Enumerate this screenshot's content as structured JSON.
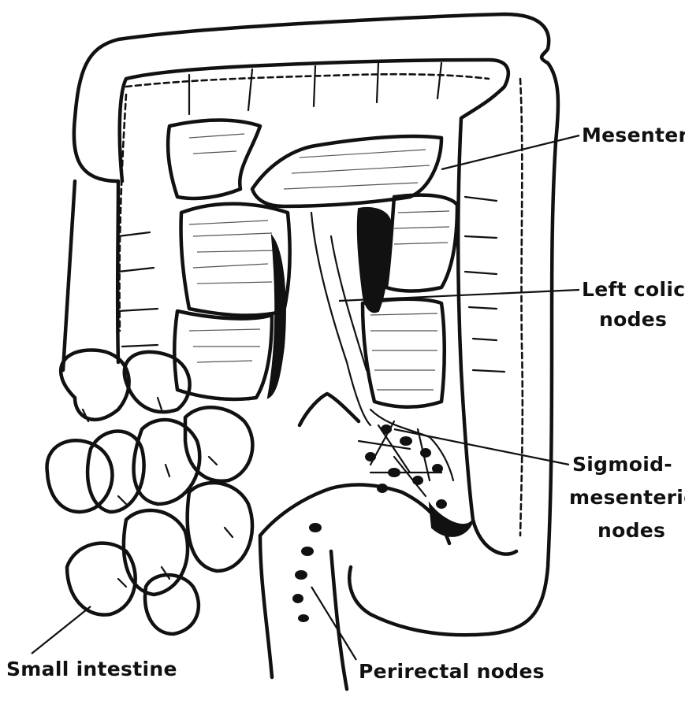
{
  "labels": {
    "mesentery": "Mesentery",
    "left_colic_line1": "Left colic",
    "left_colic_line2": "nodes",
    "sigmoid_line1": "Sigmoid-",
    "sigmoid_line2": "mesenteric",
    "sigmoid_line3": "nodes",
    "small_intestine": "Small intestine",
    "perirectal": "Perirectal nodes"
  },
  "colors": {
    "ink": "#111111",
    "paper": "#ffffff"
  }
}
